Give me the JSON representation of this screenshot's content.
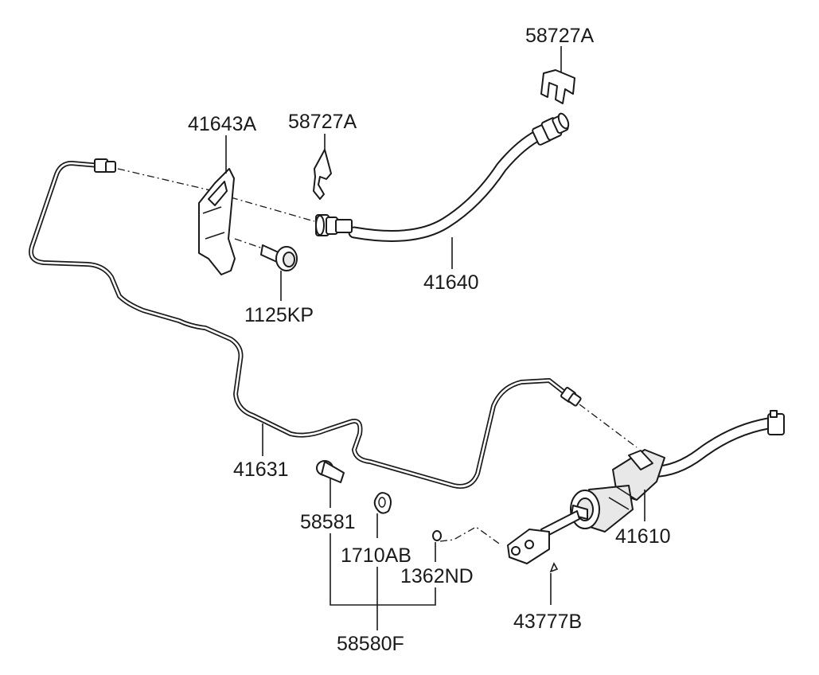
{
  "labels": {
    "clip_top_right": "58727A",
    "bracket": "41643A",
    "clip_mid": "58727A",
    "bolt": "1125KP",
    "hose": "41640",
    "tube": "41631",
    "pin": "58581",
    "washer": "1710AB",
    "snap_ring": "1362ND",
    "kit": "58580F",
    "master_cylinder": "41610",
    "split_pin": "43777B"
  }
}
